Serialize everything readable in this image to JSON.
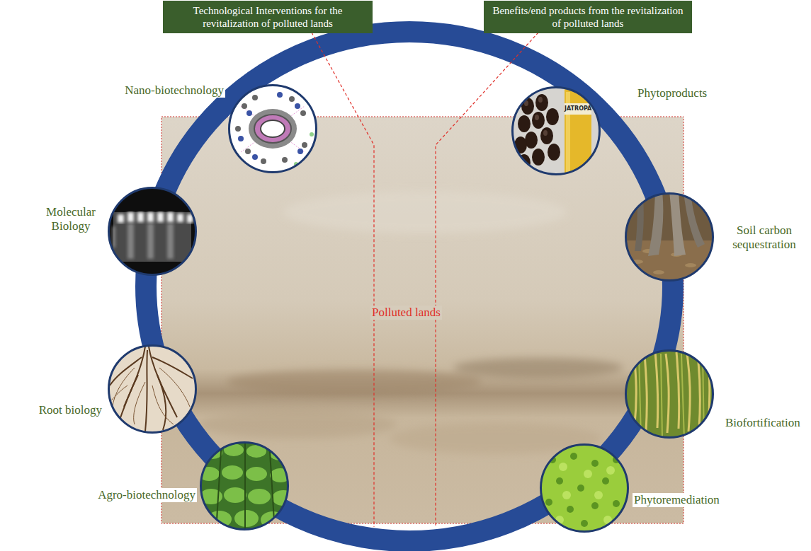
{
  "diagram": {
    "nodes": [
      {
        "text": [
          "Technological Interventions for the revitalization of polluted lands"
        ]
      },
      {
        "text": [
          "Benefits/end products from the revitalization of polluted lands"
        ]
      },
      {
        "text": [
          "Nano-biotechnology"
        ]
      },
      {
        "text": [
          "Molecular Biology"
        ]
      },
      {
        "text": [
          "Root biology"
        ]
      },
      {
        "text": [
          "Agro-biotechnology"
        ]
      },
      {
        "text": [
          "Phytoproducts"
        ]
      },
      {
        "text": [
          "Soil carbon sequestration"
        ]
      },
      {
        "text": [
          "Biofortification"
        ]
      },
      {
        "text": [
          "Phytoremediation"
        ]
      }
    ],
    "labels": [
      "JATROPA",
      "Polluted lands"
    ]
  }
}
